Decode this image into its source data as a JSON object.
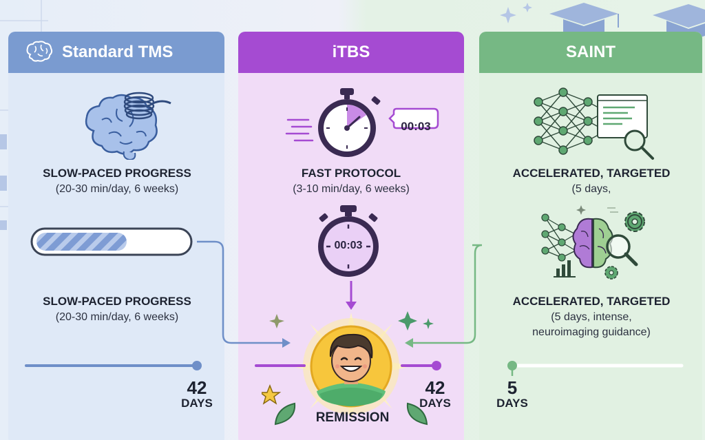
{
  "colors": {
    "standard": "#7a9bd0",
    "itbs": "#a54bd2",
    "saint": "#76b884"
  },
  "standard": {
    "title": "Standard TMS",
    "heading_top": "SLOW-PACED PROGRESS",
    "sub_top": "(20-30 min/day, 6 weeks)",
    "heading_bottom": "SLOW-PACED PROGRESS",
    "sub_bottom": "(20-30 min/day, 6 weeks)",
    "progress_fraction": 0.6,
    "days_number": "42",
    "days_label": "DAYS"
  },
  "itbs": {
    "title": "iTBS",
    "heading": "FAST PROTOCOL",
    "sub": "(3-10 min/day, 6 weeks)",
    "timer_bubble": "00:03",
    "timer_face": "00:03",
    "days_number": "42",
    "days_label": "DAYS",
    "outcome": "REMISSION"
  },
  "saint": {
    "title": "SAINT",
    "heading_top": "ACCELERATED, TARGETED",
    "sub_top": "(5 days,",
    "heading_bottom": "ACCELERATED, TARGETED",
    "sub_bottom_1": "(5 days, intense,",
    "sub_bottom_2": "neuroimaging guidance)",
    "days_number": "5",
    "days_label": "DAYS"
  }
}
